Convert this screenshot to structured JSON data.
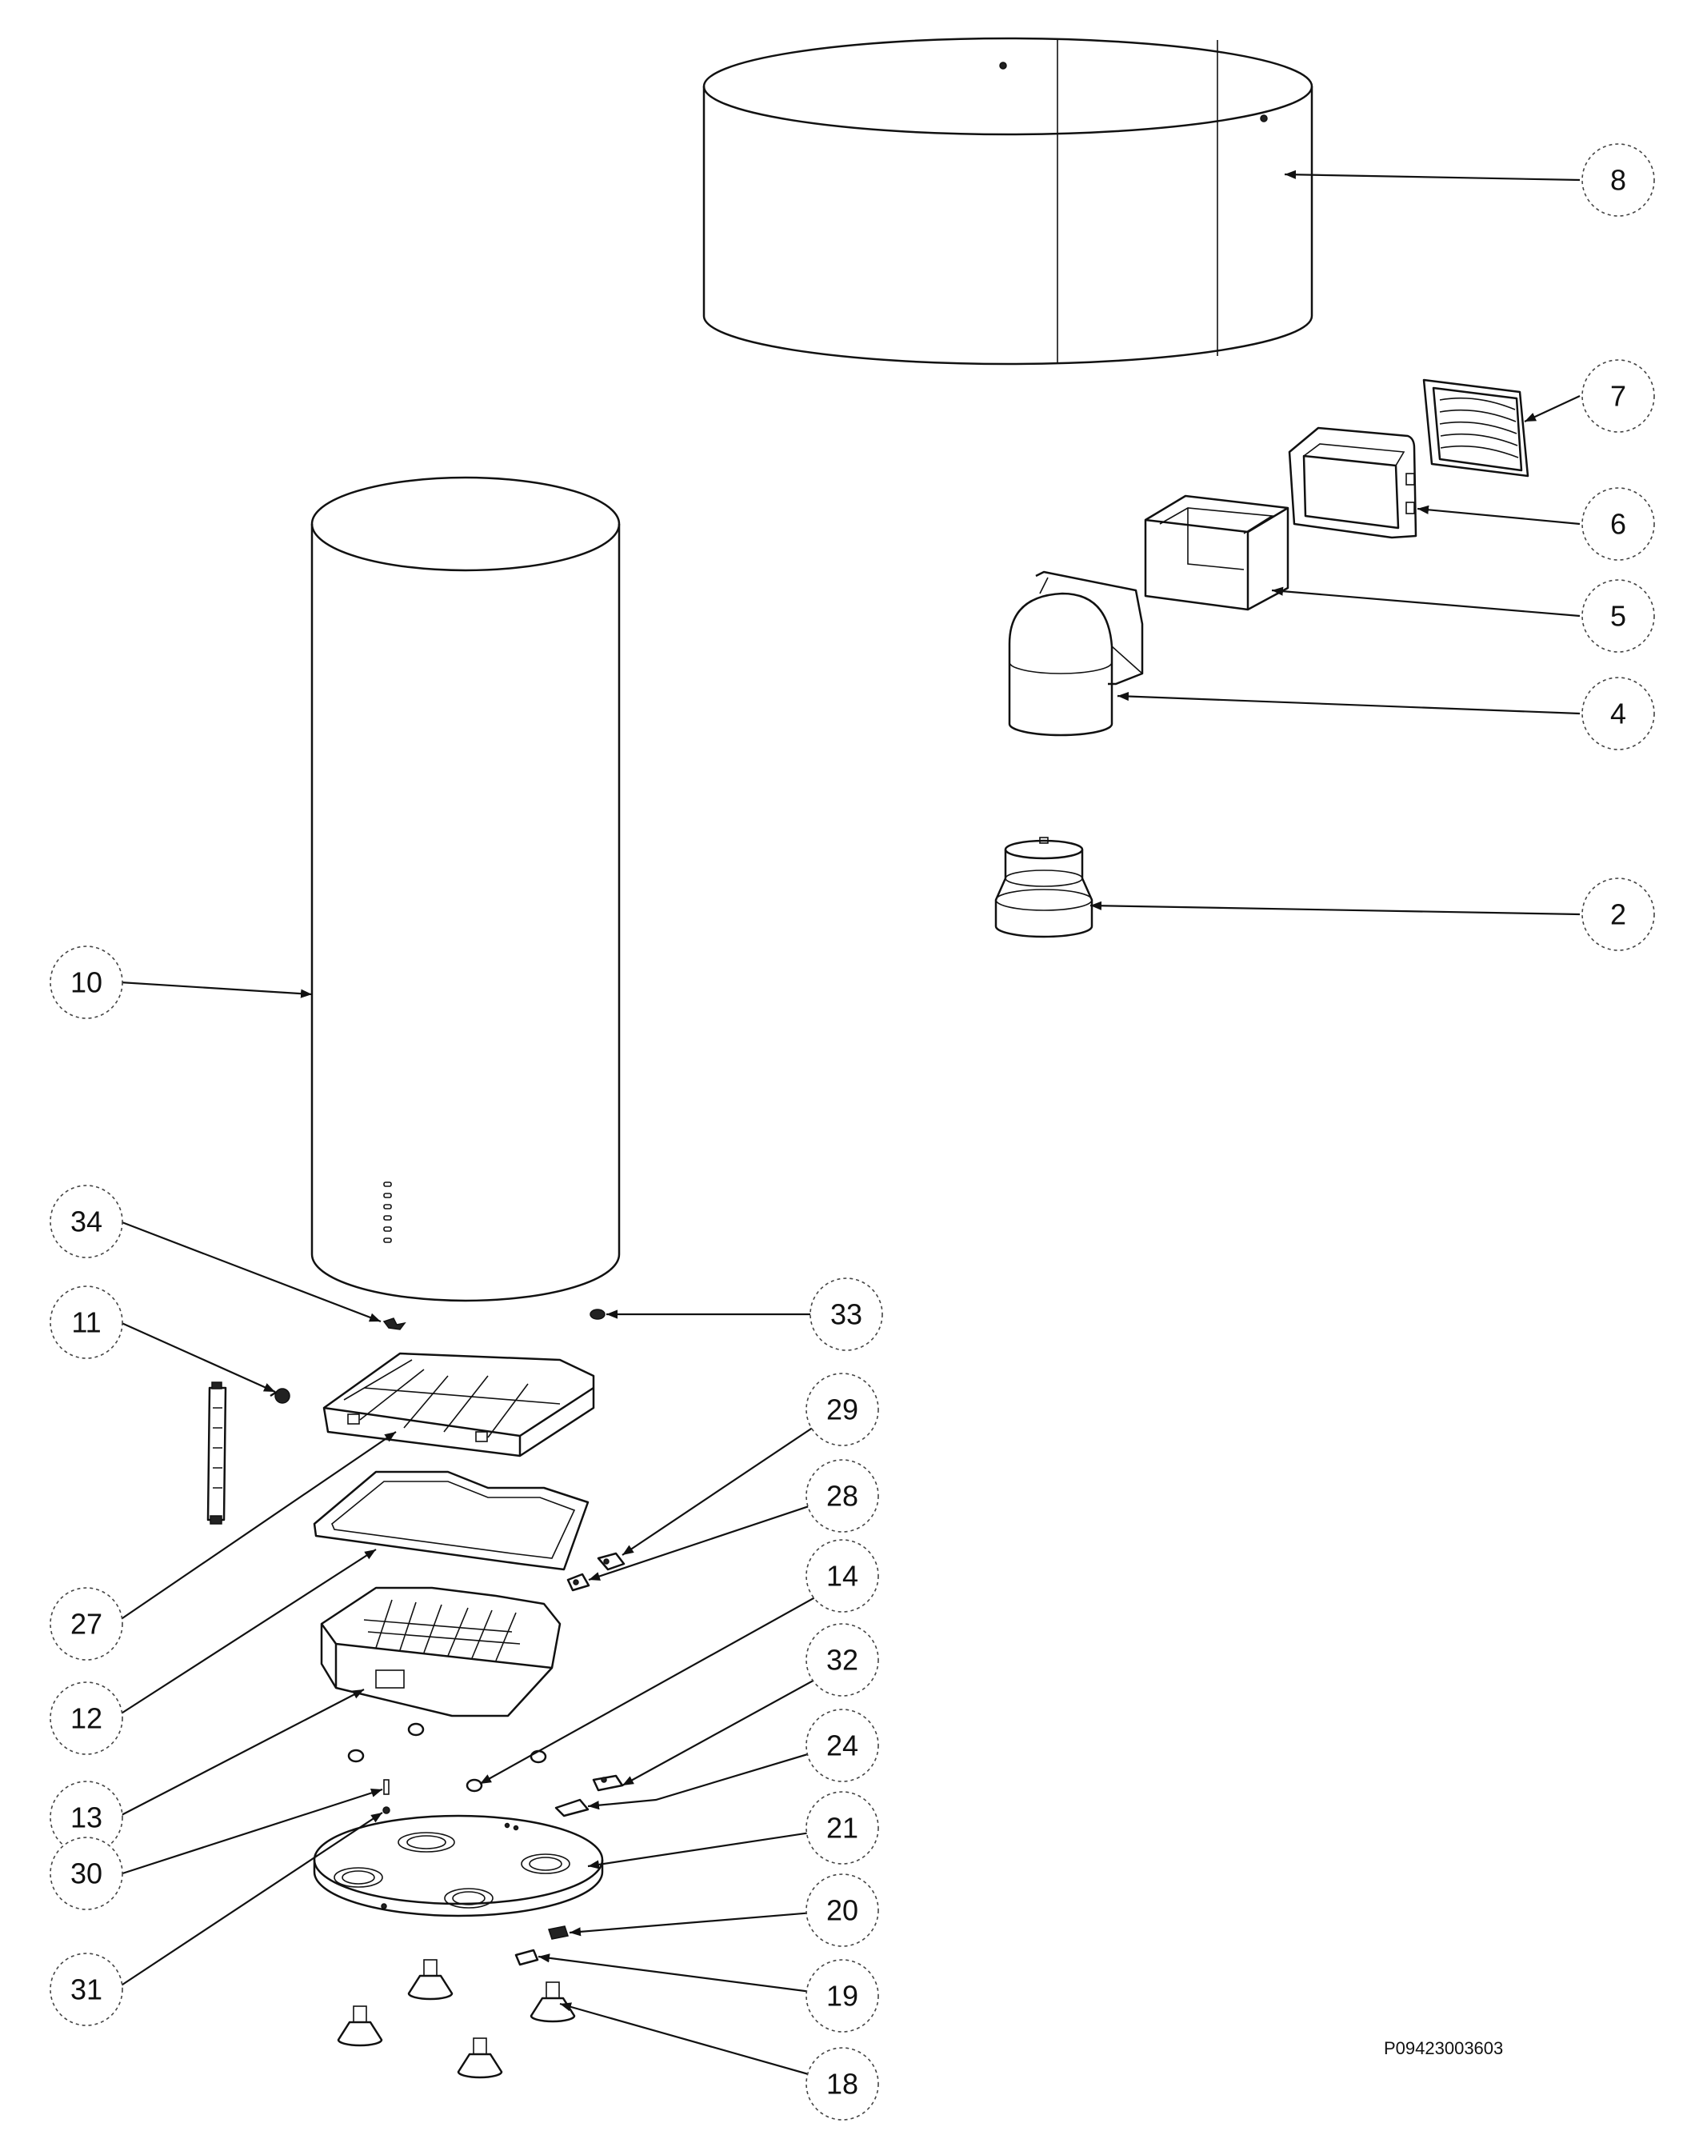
{
  "diagram": {
    "document_code": "P09423003603",
    "callouts": [
      {
        "id": "c8",
        "label": "8"
      },
      {
        "id": "c7",
        "label": "7"
      },
      {
        "id": "c6",
        "label": "6"
      },
      {
        "id": "c5",
        "label": "5"
      },
      {
        "id": "c4",
        "label": "4"
      },
      {
        "id": "c2",
        "label": "2"
      },
      {
        "id": "c10",
        "label": "10"
      },
      {
        "id": "c34",
        "label": "34"
      },
      {
        "id": "c33",
        "label": "33"
      },
      {
        "id": "c11",
        "label": "11"
      },
      {
        "id": "c29",
        "label": "29"
      },
      {
        "id": "c28",
        "label": "28"
      },
      {
        "id": "c27",
        "label": "27"
      },
      {
        "id": "c14",
        "label": "14"
      },
      {
        "id": "c32",
        "label": "32"
      },
      {
        "id": "c12",
        "label": "12"
      },
      {
        "id": "c24",
        "label": "24"
      },
      {
        "id": "c13",
        "label": "13"
      },
      {
        "id": "c21",
        "label": "21"
      },
      {
        "id": "c30",
        "label": "30"
      },
      {
        "id": "c20",
        "label": "20"
      },
      {
        "id": "c31",
        "label": "31"
      },
      {
        "id": "c19",
        "label": "19"
      },
      {
        "id": "c18",
        "label": "18"
      }
    ]
  }
}
